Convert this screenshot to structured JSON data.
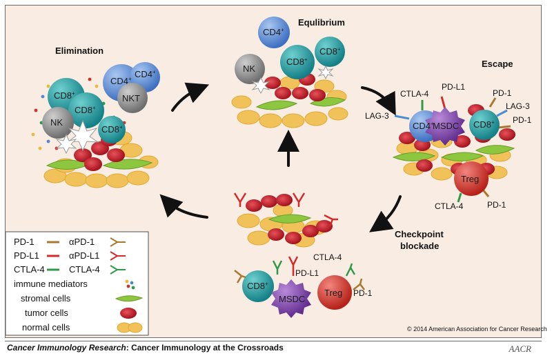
{
  "stages": {
    "elimination": "Elimination",
    "equilibrium": "Equlibrium",
    "escape": "Escape",
    "checkpoint_line1": "Checkpoint",
    "checkpoint_line2": "blockade"
  },
  "cells": {
    "cd4": "CD4",
    "cd8": "CD8",
    "plus": "+",
    "nk": "NK",
    "nkt": "NKT",
    "msdc": "MSDC",
    "treg": "Treg"
  },
  "receptors": {
    "ctla4": "CTLA-4",
    "pdl1": "PD-L1",
    "pd1": "PD-1",
    "lag3": "LAG-3"
  },
  "legend": {
    "pd1": "PD-1",
    "a_pd1": "αPD-1",
    "pdl1": "PD-L1",
    "a_pdl1": "αPD-L1",
    "ctla4": "CTLA-4",
    "a_ctla4": "CTLA-4",
    "immune_mediators": "immune mediators",
    "stromal_cells": "stromal cells",
    "tumor_cells": "tumor cells",
    "normal_cells": "normal cells"
  },
  "copyright": "© 2014 American Association for Cancer Research",
  "footer": {
    "journal": "Cancer Immunology Research",
    "subtitle": ": Cancer Immunology at the Crossroads",
    "logo": "AACR"
  },
  "colors": {
    "background": "#f9ede3",
    "cd4": "#4f86d4",
    "cd8": "#1e9aa0",
    "nk": "#8c8c8c",
    "msdc": "#7b3fa8",
    "treg": "#d0322a",
    "tumor": "#c8202a",
    "normal": "#f2c25a",
    "stromal": "#8dc63f",
    "pd1": "#a9782e",
    "pdl1": "#d42a2a",
    "ctla4": "#2e9a47",
    "lag3": "#4a8fd0"
  }
}
